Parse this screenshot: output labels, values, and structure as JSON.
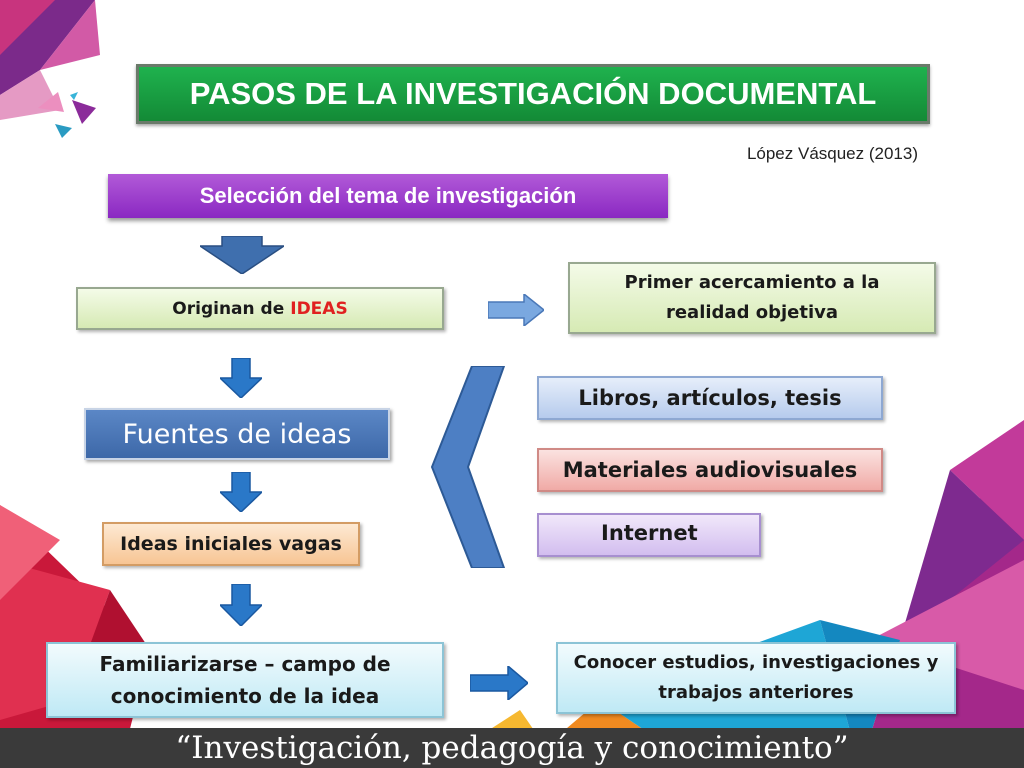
{
  "title": "PASOS DE LA INVESTIGACIÓN DOCUMENTAL",
  "author": "López Vásquez (2013)",
  "steps": {
    "topic": "Selección del tema de investigación",
    "ideas_prefix": "Originan de ",
    "ideas_highlight": "IDEAS",
    "primer_line1": "Primer acercamiento a la",
    "primer_line2": "realidad objetiva",
    "fuentes": "Fuentes de ideas",
    "vagas": "Ideas iniciales vagas",
    "familiarizarse_line1": "Familiarizarse – campo de",
    "familiarizarse_line2": "conocimiento de la idea",
    "conocer_line1": "Conocer estudios, investigaciones y",
    "conocer_line2": "trabajos anteriores"
  },
  "sources": {
    "libros": "Libros, artículos, tesis",
    "materiales": "Materiales audiovisuales",
    "internet": "Internet"
  },
  "footer": "“Investigación, pedagogía y conocimiento”",
  "colors": {
    "title_bg": "#1a9e45",
    "topic_bg": "#9a3fcc",
    "fuentes_bg": "#4a77b8",
    "arrow": "#2a78c8",
    "highlight": "#e02020",
    "footer_bg": "#3a3a3a"
  }
}
